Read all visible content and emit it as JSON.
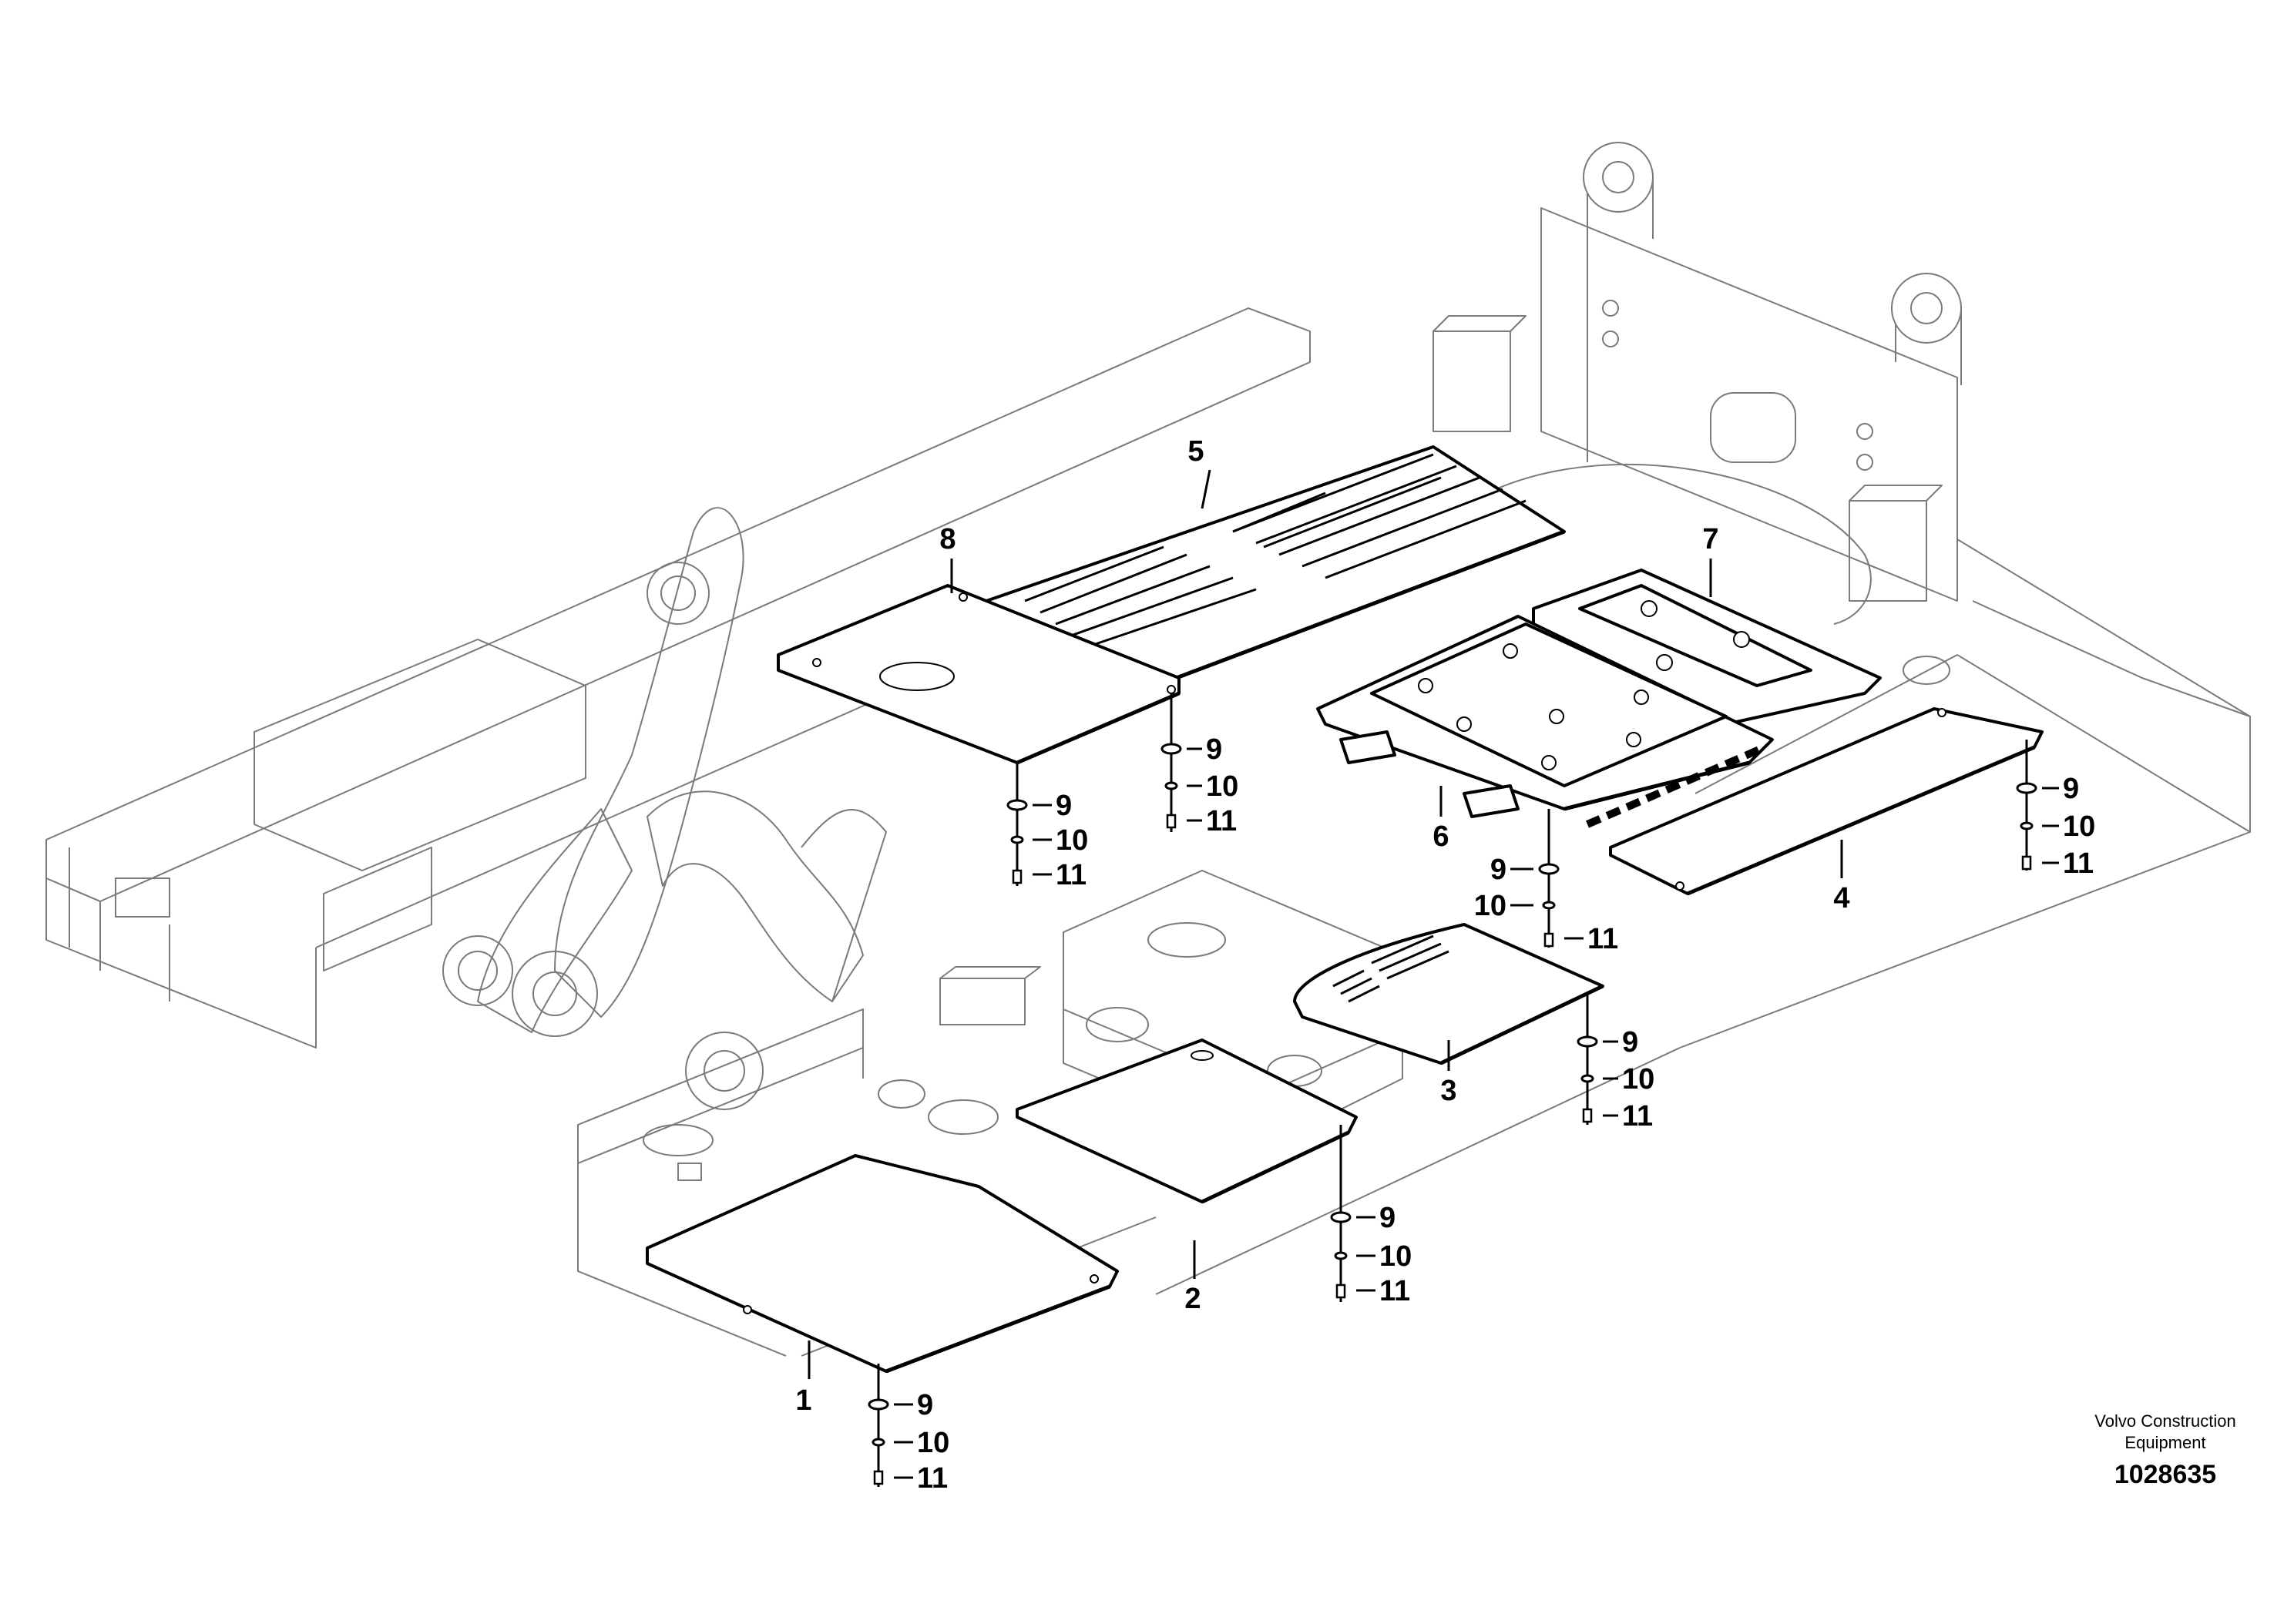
{
  "drawing": {
    "callouts": [
      {
        "id": "c1",
        "label": "1"
      },
      {
        "id": "c2",
        "label": "2"
      },
      {
        "id": "c3",
        "label": "3"
      },
      {
        "id": "c4",
        "label": "4"
      },
      {
        "id": "c5",
        "label": "5"
      },
      {
        "id": "c6",
        "label": "6"
      },
      {
        "id": "c7",
        "label": "7"
      },
      {
        "id": "c8",
        "label": "8"
      }
    ],
    "fastener_labels": {
      "washer": "9",
      "spacer": "10",
      "bolt": "11"
    }
  },
  "footer": {
    "brand_line1": "Volvo Construction",
    "brand_line2": "Equipment",
    "document_number": "1028635"
  }
}
